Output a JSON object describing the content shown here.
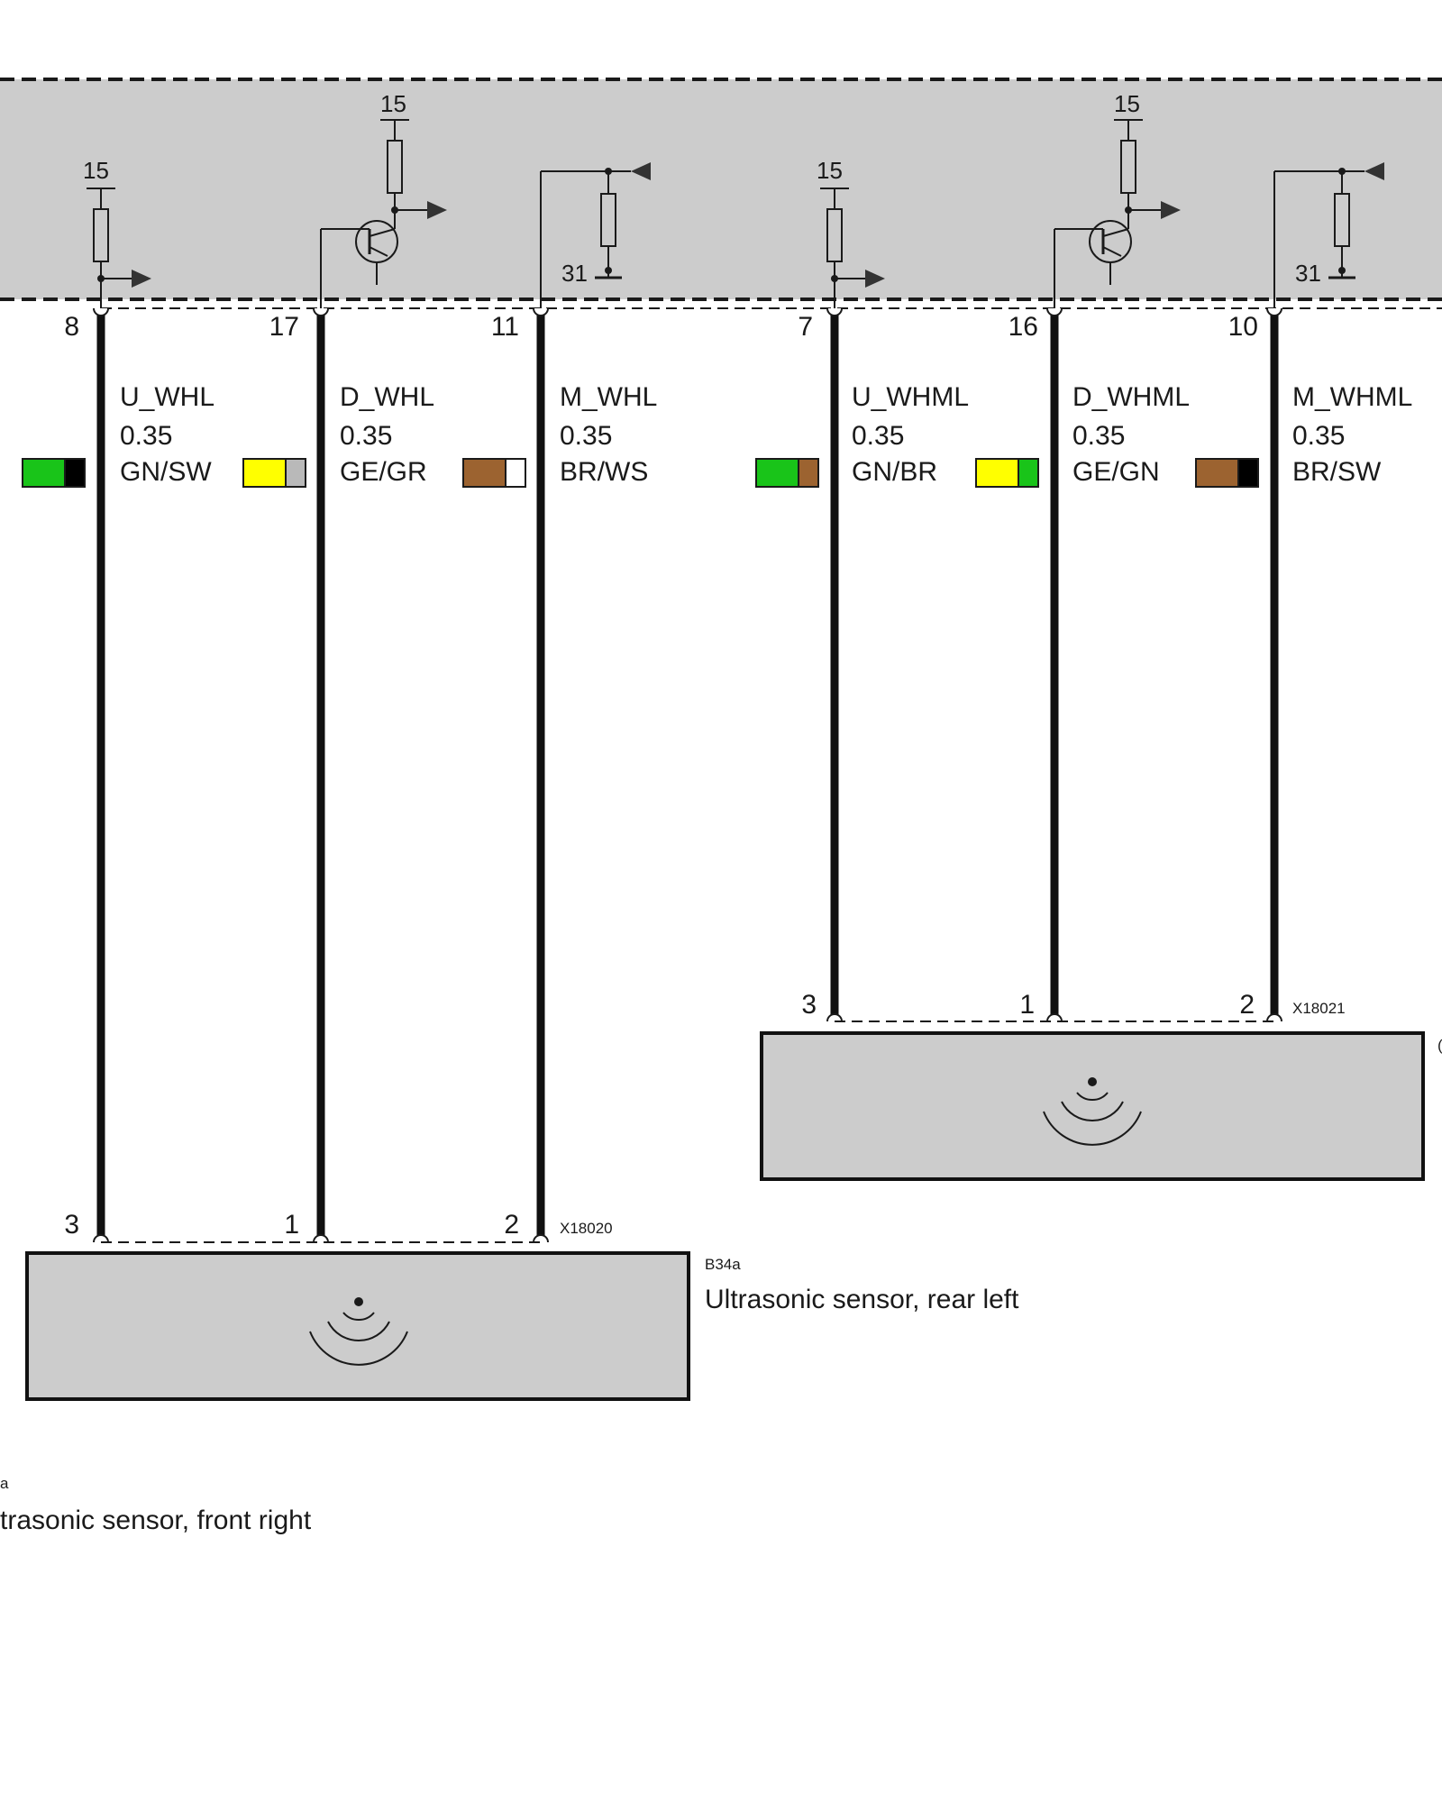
{
  "control_unit": {
    "supply_label": "15",
    "ground_label": "31"
  },
  "wires": [
    {
      "pin": "8",
      "signal": "U_WHL",
      "size": "0.35",
      "color": "GN/SW",
      "colors": [
        "#19c419",
        "#000000"
      ],
      "end_pin": "3"
    },
    {
      "pin": "17",
      "signal": "D_WHL",
      "size": "0.35",
      "color": "GE/GR",
      "colors": [
        "#ffff00",
        "#b9b9b9"
      ],
      "end_pin": "1"
    },
    {
      "pin": "11",
      "signal": "M_WHL",
      "size": "0.35",
      "color": "BR/WS",
      "colors": [
        "#9c6330",
        "#ffffff"
      ],
      "end_pin": "2"
    },
    {
      "pin": "7",
      "signal": "U_WHML",
      "size": "0.35",
      "color": "GN/BR",
      "colors": [
        "#19c419",
        "#9c6330"
      ],
      "end_pin": "3"
    },
    {
      "pin": "16",
      "signal": "D_WHML",
      "size": "0.35",
      "color": "GE/GN",
      "colors": [
        "#ffff00",
        "#19c419"
      ],
      "end_pin": "1"
    },
    {
      "pin": "10",
      "signal": "M_WHML",
      "size": "0.35",
      "color": "BR/SW",
      "colors": [
        "#9c6330",
        "#000000"
      ],
      "end_pin": "2"
    }
  ],
  "connectors": {
    "front_right": "X18020",
    "rear_left": "X18021"
  },
  "components": {
    "rear_left_code": "B34a",
    "rear_left_name": "Ultrasonic sensor, rear left",
    "front_right_code": "a",
    "front_right_name": "trasonic sensor, front right",
    "clipped_edge_char": "("
  },
  "colors": {
    "module_fill": "#cccccc",
    "line": "#1a1a1a"
  }
}
